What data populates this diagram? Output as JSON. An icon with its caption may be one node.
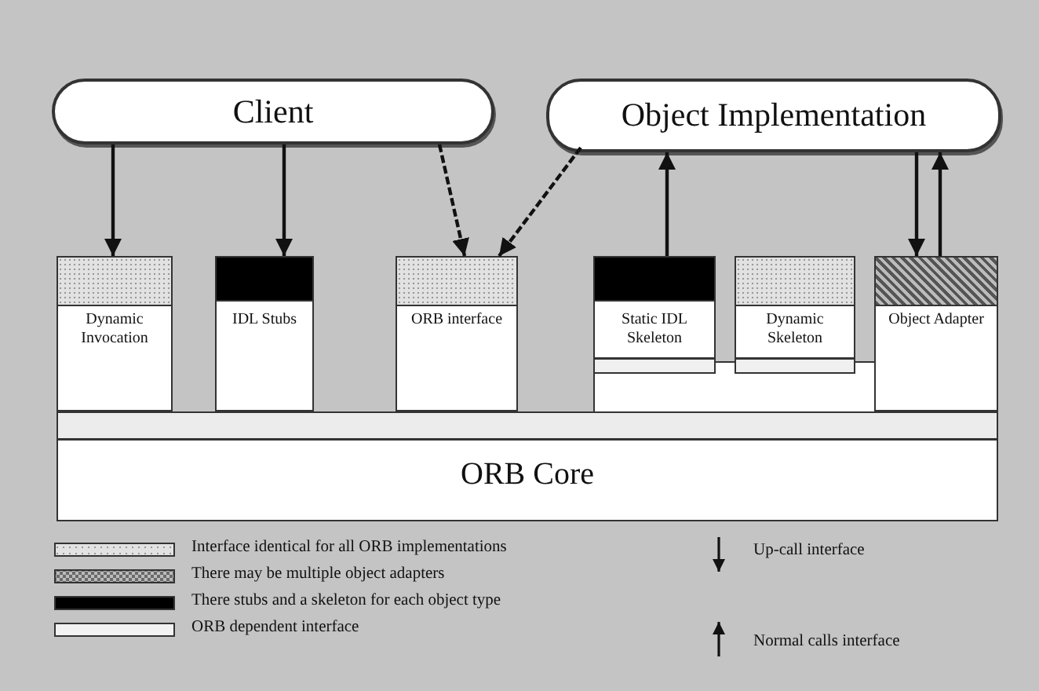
{
  "diagram": {
    "nodes": [
      {
        "text": [
          "Client"
        ]
      },
      {
        "text": [
          "Object Implementation"
        ]
      },
      {
        "text": [
          "Dynamic Invocation"
        ]
      },
      {
        "text": [
          "IDL Stubs"
        ]
      },
      {
        "text": [
          "ORB interface"
        ]
      },
      {
        "text": [
          "Static IDL Skeleton"
        ]
      },
      {
        "text": [
          "Dynamic Skeleton"
        ]
      },
      {
        "text": [
          "Object Adapter"
        ]
      },
      {
        "text": [
          "ORB Core"
        ]
      }
    ],
    "edges": [
      {
        "from": 0,
        "to": 2,
        "arrow": "to"
      },
      {
        "from": 0,
        "to": 3,
        "arrow": "to"
      },
      {
        "from": 0,
        "to": 4,
        "arrow": "to",
        "style": "dashed"
      },
      {
        "from": 1,
        "to": 4,
        "arrow": "to",
        "style": "dashed"
      },
      {
        "from": 5,
        "to": 1,
        "arrow": "to"
      },
      {
        "from": 1,
        "to": 7,
        "arrow": "to"
      },
      {
        "from": 7,
        "to": 1,
        "arrow": "to"
      }
    ],
    "legend": [
      {
        "text": "Interface identical for all ORB implementations",
        "color": "#e2e2e2"
      },
      {
        "text": "There may be multiple object adapters",
        "color": "#6a6a6a"
      },
      {
        "text": "There stubs and a skeleton for each object type",
        "color": "#000000"
      },
      {
        "text": "ORB dependent interface",
        "color": "#f2f2f2"
      },
      {
        "text": "Up-call interface"
      },
      {
        "text": "Normal calls interface"
      }
    ]
  }
}
